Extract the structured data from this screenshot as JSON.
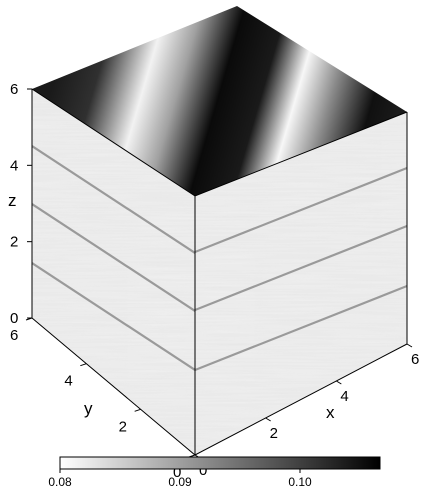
{
  "figure": {
    "axes": {
      "x": {
        "label": "x",
        "ticks": [
          "0",
          "2",
          "4",
          "6"
        ]
      },
      "y": {
        "label": "y",
        "ticks": [
          "0",
          "2",
          "4",
          "6"
        ]
      },
      "z": {
        "label": "z",
        "ticks": [
          "0",
          "2",
          "4",
          "6"
        ]
      }
    },
    "colorbar": {
      "tick_labels": [
        "0.08",
        "0.09",
        "0.10"
      ],
      "colormap": [
        "#ffffff",
        "#000000"
      ]
    },
    "colors": {
      "side_face_base": "#f0f0f0",
      "band_line": "#9a9a9a",
      "edge": "#000000"
    }
  }
}
